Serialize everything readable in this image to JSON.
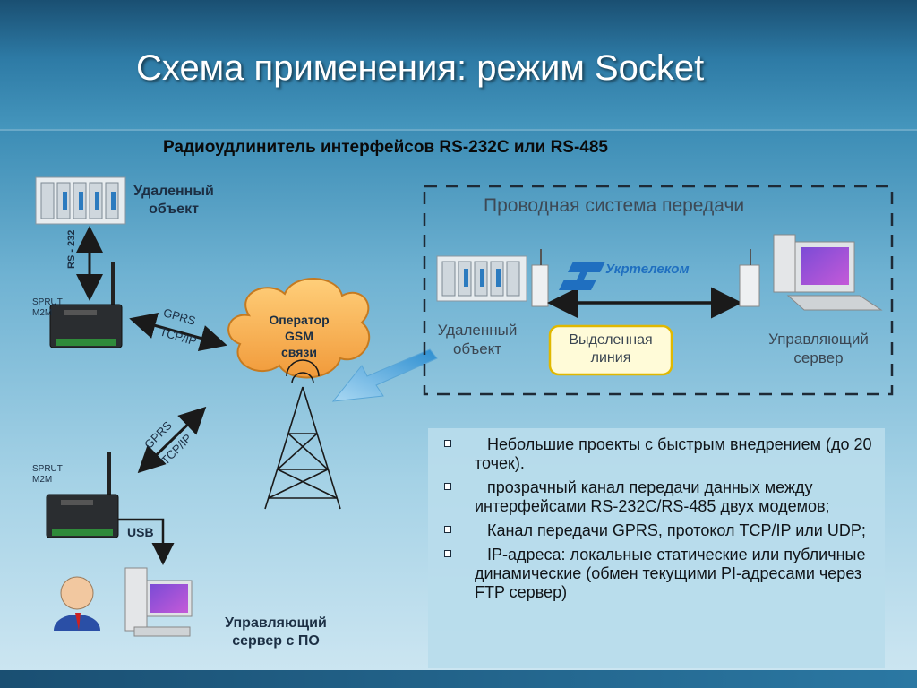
{
  "title": "Схема применения: режим Socket",
  "subtitle": "Радиоудлинитель интерфейсов RS-232С или RS-485",
  "left": {
    "remote_object": "Удаленный объект",
    "rs232": "RS - 232",
    "sprut_top": "SPRUT M2M",
    "gprs_top": "GPRS",
    "tcpip_top": "TCP/IP",
    "gprs_mid": "GPRS",
    "tcpip_mid": "TCP/IP",
    "sprut_bottom": "SPRUT M2M",
    "usb": "USB",
    "control_server": "Управляющий сервер с ПО"
  },
  "gsm": {
    "line1": "Оператор",
    "line2": "GSM",
    "line3": "связи"
  },
  "wired": {
    "title": "Проводная система передачи",
    "remote_object": "Удаленный объект",
    "brand": "Укртелеком",
    "dedicated_line": "Выделенная линия",
    "control_server": "Управляющий сервер"
  },
  "bullets": [
    "Небольшие проекты с быстрым внедрением (до 20 точек).",
    "прозрачный канал передачи данных между интерфейсами RS-232С/RS-485 двух модемов;",
    "Канал передачи GPRS, протокол TCP/IP или UDP;",
    "IP-адреса: локальные статические или публичные динамические (обмен текущими PI-адресами через FTP сервер)"
  ],
  "colors": {
    "header": "#2d7aa5",
    "cloud": "#f6a94a",
    "wired_border": "#1e2a36",
    "callout_border": "#e0b800",
    "callout_fill": "#fffbd8",
    "arrow": "#1a1a1a",
    "signal_arrow": "#4aa3d8"
  }
}
